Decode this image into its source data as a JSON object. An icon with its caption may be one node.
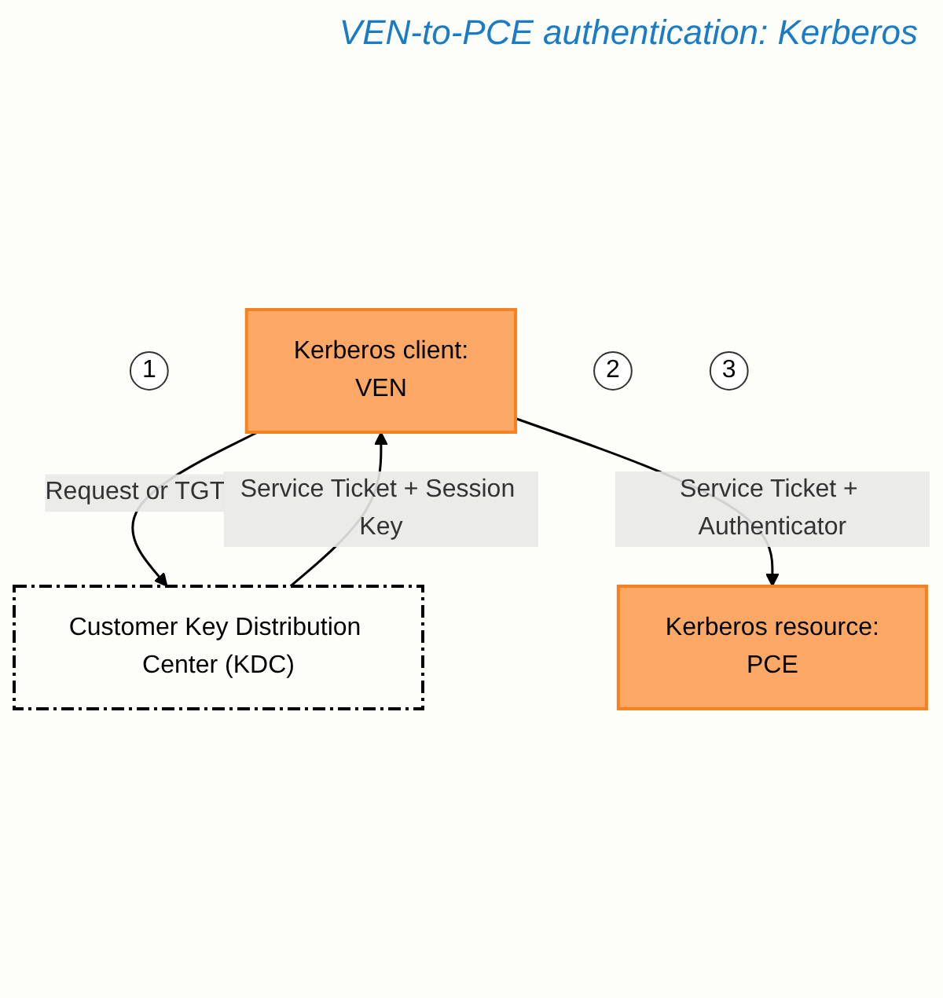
{
  "diagram": {
    "title": "VEN-to-PCE authentication: Kerberos",
    "nodes": [
      {
        "text": [
          "1"
        ]
      },
      {
        "text": [
          "Kerberos client:",
          "VEN"
        ]
      },
      {
        "text": [
          "Customer Key Distribution Center (KDC)"
        ]
      },
      {
        "text": [
          "2"
        ]
      },
      {
        "text": [
          "3"
        ]
      },
      {
        "text": [
          "Kerberos resource:",
          "PCE"
        ]
      }
    ],
    "edges": [
      {
        "from": 1,
        "to": 2,
        "arrow": "to",
        "label": "Request or TGT"
      },
      {
        "from": 2,
        "to": 1,
        "arrow": "to",
        "label": "Service Ticket + Session Key"
      },
      {
        "from": 1,
        "to": 5,
        "arrow": "to",
        "label": "Service Ticket + Authenticator"
      }
    ]
  }
}
